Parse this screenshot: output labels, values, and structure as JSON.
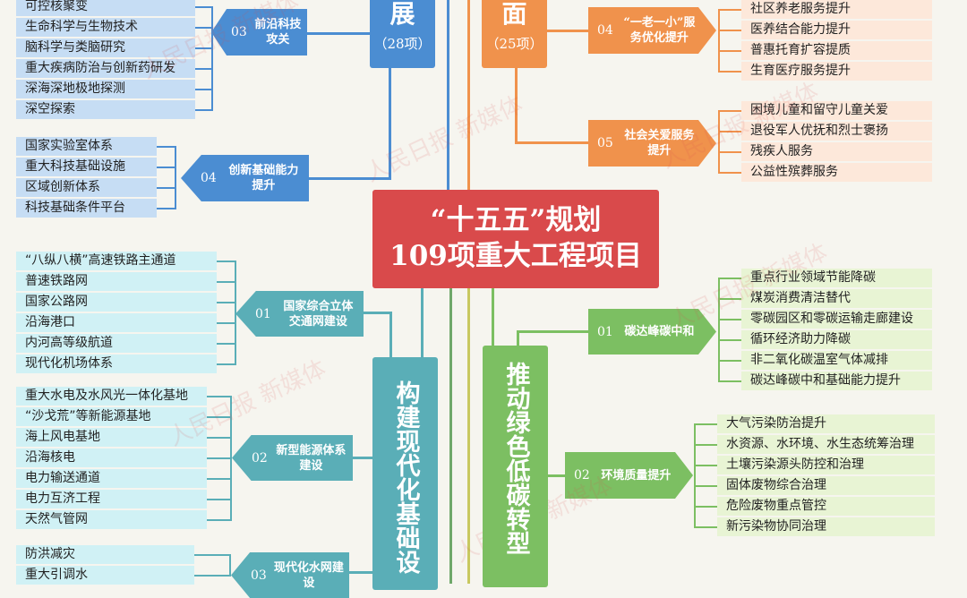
{
  "colors": {
    "blue": "#4b8dd2",
    "orange": "#f0924c",
    "teal": "#5aaeb7",
    "green": "#7cbf62",
    "red": "#d94a4b"
  },
  "center": {
    "line1": "“十五五”规划",
    "line2": "109项重大工程项目"
  },
  "tech": {
    "title": "展",
    "count": "（28项）",
    "g03": {
      "num": "03",
      "label": "前沿科技攻关",
      "items": [
        "可控核聚变",
        "生命科学与生物技术",
        "脑科学与类脑研究",
        "重大疾病防治与创新药研发",
        "深海深地极地探测",
        "深空探索"
      ]
    },
    "g04": {
      "num": "04",
      "label": "创新基础能力提升",
      "items": [
        "国家实验室体系",
        "重大科技基础设施",
        "区域创新体系",
        "科技基础条件平台"
      ]
    }
  },
  "people": {
    "title": "面",
    "count": "（25项）",
    "g04": {
      "num": "04",
      "label": "“一老一小”服务优化提升",
      "items": [
        "社区养老服务提升",
        "医养结合能力提升",
        "普惠托育扩容提质",
        "生育医疗服务提升"
      ]
    },
    "g05": {
      "num": "05",
      "label": "社会关爱服务提升",
      "items": [
        "困境儿童和留守儿童关爱",
        "退役军人优抚和烈士褒扬",
        "残疾人服务",
        "公益性殡葬服务"
      ]
    }
  },
  "infra": {
    "title": "构建现代化基础设",
    "g01": {
      "num": "01",
      "label": "国家综合立体交通网建设",
      "items": [
        "“八纵八横”高速铁路主通道",
        "普速铁路网",
        "国家公路网",
        "沿海港口",
        "内河高等级航道",
        "现代化机场体系"
      ]
    },
    "g02": {
      "num": "02",
      "label": "新型能源体系建设",
      "items": [
        "重大水电及水风光一体化基地",
        "“沙戈荒”等新能源基地",
        "海上风电基地",
        "沿海核电",
        "电力输送通道",
        "电力互济工程",
        "天然气管网"
      ]
    },
    "g03": {
      "num": "03",
      "label": "现代化水网建设",
      "items": [
        "防洪减灾",
        "重大引调水"
      ]
    }
  },
  "green": {
    "title": "推动绿色低碳转型",
    "g01": {
      "num": "01",
      "label": "碳达峰碳中和",
      "items": [
        "重点行业领域节能降碳",
        "煤炭消费清洁替代",
        "零碳园区和零碳运输走廊建设",
        "循环经济助力降碳",
        "非二氧化碳温室气体减排",
        "碳达峰碳中和基础能力提升"
      ]
    },
    "g02": {
      "num": "02",
      "label": "环境质量提升",
      "items": [
        "大气污染防治提升",
        "水资源、水环境、水生态统筹治理",
        "土壤污染源头防控和治理",
        "固体废物综合治理",
        "危险废物重点管控",
        "新污染物协同治理"
      ]
    }
  },
  "watermark": "人民日报 新媒体"
}
